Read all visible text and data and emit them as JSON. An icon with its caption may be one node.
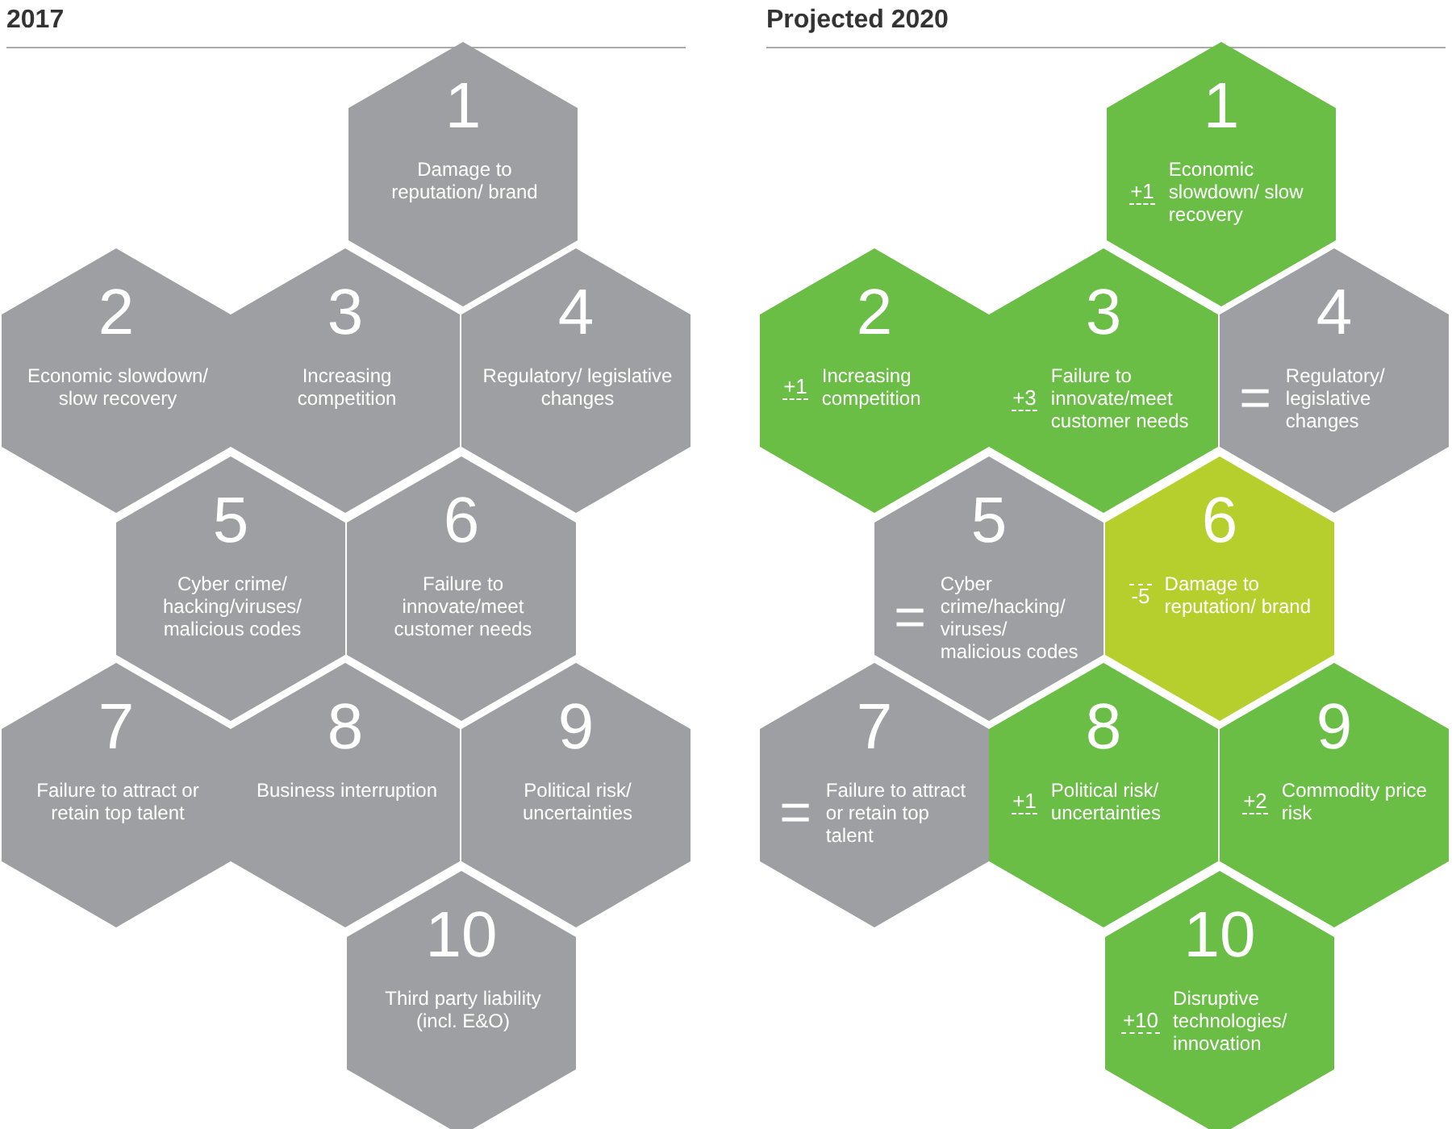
{
  "diagram": {
    "nodes": [
      {
        "text": [
          "1",
          "Damage to reputation/ brand"
        ]
      },
      {
        "text": [
          "2",
          "Economic slowdown/ slow recovery"
        ]
      },
      {
        "text": [
          "3",
          "Increasing competition"
        ]
      },
      {
        "text": [
          "4",
          "Regulatory/ legislative changes"
        ]
      },
      {
        "text": [
          "5",
          "Cyber crime/ hacking/viruses/ malicious codes"
        ]
      },
      {
        "text": [
          "6",
          "Failure to innovate/meet customer needs"
        ]
      },
      {
        "text": [
          "7",
          "Failure to attract or retain top talent"
        ]
      },
      {
        "text": [
          "8",
          "Business interruption"
        ]
      },
      {
        "text": [
          "9",
          "Political risk/ uncertainties"
        ]
      },
      {
        "text": [
          "10",
          "Third party liability (incl. E&O)"
        ]
      },
      {
        "text": [
          "1",
          "+1",
          "Economic slowdown/ slow recovery"
        ]
      },
      {
        "text": [
          "2",
          "+1",
          "Increasing competition"
        ]
      },
      {
        "text": [
          "3",
          "+3",
          "Failure to innovate/meet customer needs"
        ]
      },
      {
        "text": [
          "4",
          "=",
          "Regulatory/ legislative changes"
        ]
      },
      {
        "text": [
          "5",
          "=",
          "Cyber crime/hacking/ viruses/ malicious codes"
        ]
      },
      {
        "text": [
          "6",
          "-5",
          "Damage to reputation/ brand"
        ]
      },
      {
        "text": [
          "7",
          "=",
          "Failure to attract or retain top talent"
        ]
      },
      {
        "text": [
          "8",
          "+1",
          "Political risk/ uncertainties"
        ]
      },
      {
        "text": [
          "9",
          "+2",
          "Commodity price risk"
        ]
      },
      {
        "text": [
          "10",
          "+10",
          "Disruptive technologies/ innovation"
        ]
      }
    ],
    "labels": [
      "2017",
      "Projected 2020"
    ]
  }
}
